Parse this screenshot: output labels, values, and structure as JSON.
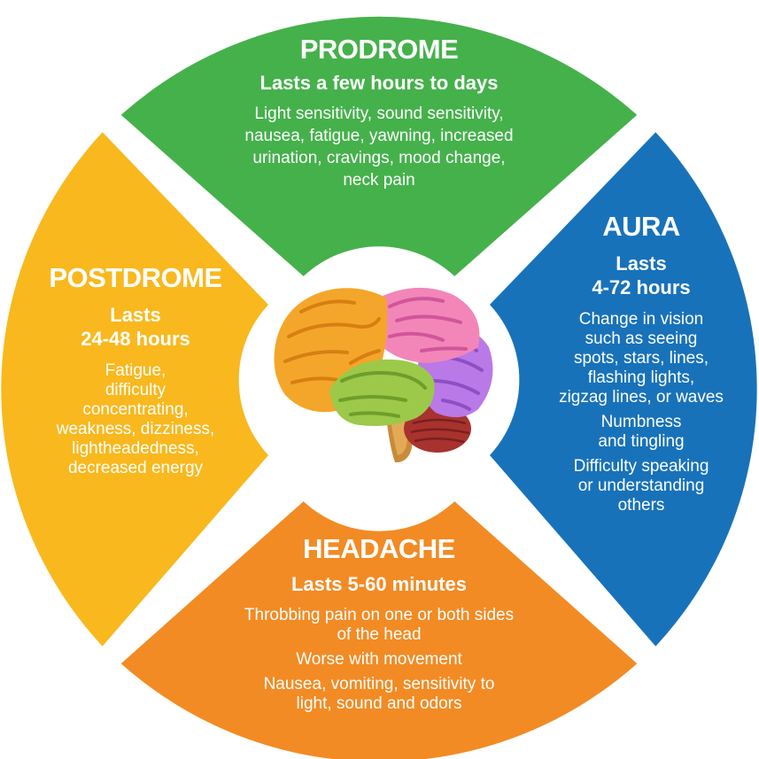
{
  "colors": {
    "prodrome": "#45B14B",
    "aura": "#1872BA",
    "headache": "#F28B24",
    "postdrome": "#F8B81E",
    "center": "#FFFFFF"
  },
  "center_icon": "brain-icon",
  "phases": {
    "prodrome": {
      "title": "PRODROME",
      "duration": [
        "Lasts a few hours to days"
      ],
      "symptoms": [
        [
          "Light sensitivity, sound sensitivity,",
          "nausea, fatigue, yawning, increased",
          "urination, cravings, mood change,",
          "neck pain"
        ]
      ]
    },
    "aura": {
      "title": "AURA",
      "duration": [
        "Lasts",
        "4-72 hours"
      ],
      "symptoms": [
        [
          "Change in vision",
          "such as seeing",
          "spots, stars, lines,",
          "flashing lights,",
          "zigzag lines, or waves"
        ],
        [
          "Numbness",
          "and tingling"
        ],
        [
          "Difficulty speaking",
          "or understanding",
          "others"
        ]
      ]
    },
    "headache": {
      "title": "HEADACHE",
      "duration": [
        "Lasts 5-60 minutes"
      ],
      "symptoms": [
        [
          "Throbbing pain on one or both sides",
          "of the head"
        ],
        [
          "Worse with movement"
        ],
        [
          "Nausea, vomiting, sensitivity to",
          "light, sound and odors"
        ]
      ]
    },
    "postdrome": {
      "title": "POSTDROME",
      "duration": [
        "Lasts",
        "24-48 hours"
      ],
      "symptoms": [
        [
          "Fatigue,",
          "difficulty",
          "concentrating,",
          "weakness, dizziness,",
          "lightheadedness,",
          "decreased energy"
        ]
      ]
    }
  }
}
